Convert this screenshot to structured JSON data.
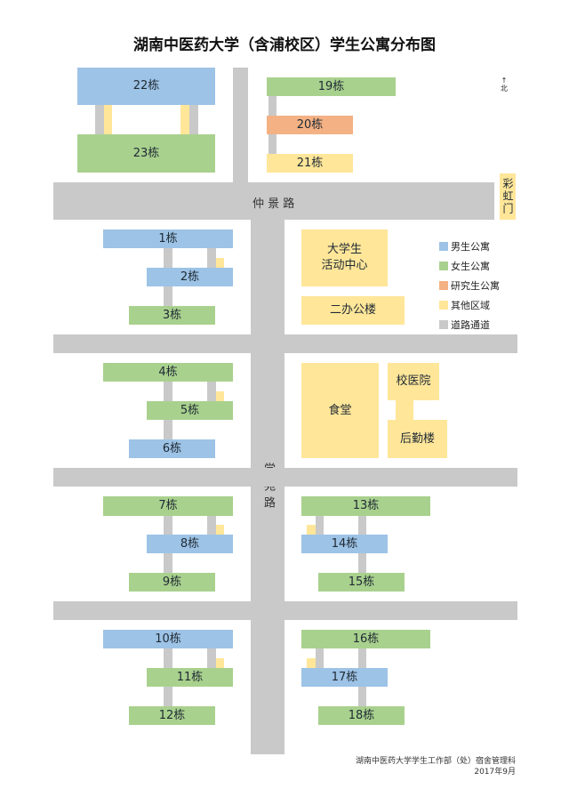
{
  "title": "湖南中医药大学（含浦校区）学生公寓分布图",
  "north": {
    "icon": "north-arrow-icon",
    "label": "北"
  },
  "roads": {
    "zhongjing": "仲 景 路",
    "xueyuan": "学苑路"
  },
  "gate": "彩虹门",
  "colors": {
    "male": "#9dc3e6",
    "female": "#a9d18e",
    "graduate": "#f4b183",
    "other": "#ffe699",
    "road": "#c9c9c9"
  },
  "buildings": {
    "b1": "1栋",
    "b2": "2栋",
    "b3": "3栋",
    "b4": "4栋",
    "b5": "5栋",
    "b6": "6栋",
    "b7": "7栋",
    "b8": "8栋",
    "b9": "9栋",
    "b10": "10栋",
    "b11": "11栋",
    "b12": "12栋",
    "b13": "13栋",
    "b14": "14栋",
    "b15": "15栋",
    "b16": "16栋",
    "b17": "17栋",
    "b18": "18栋",
    "b19": "19栋",
    "b20": "20栋",
    "b21": "21栋",
    "b22": "22栋",
    "b23": "23栋"
  },
  "facilities": {
    "activity_center_l1": "大学生",
    "activity_center_l2": "活动中心",
    "office": "二办公楼",
    "canteen": "食堂",
    "clinic": "校医院",
    "logistics": "后勤楼"
  },
  "legend": [
    "男生公寓",
    "女生公寓",
    "研究生公寓",
    "其他区域",
    "道路通道"
  ],
  "footer": {
    "org": "湖南中医药大学学生工作部（处）宿舍管理科",
    "date": "2017年9月"
  }
}
